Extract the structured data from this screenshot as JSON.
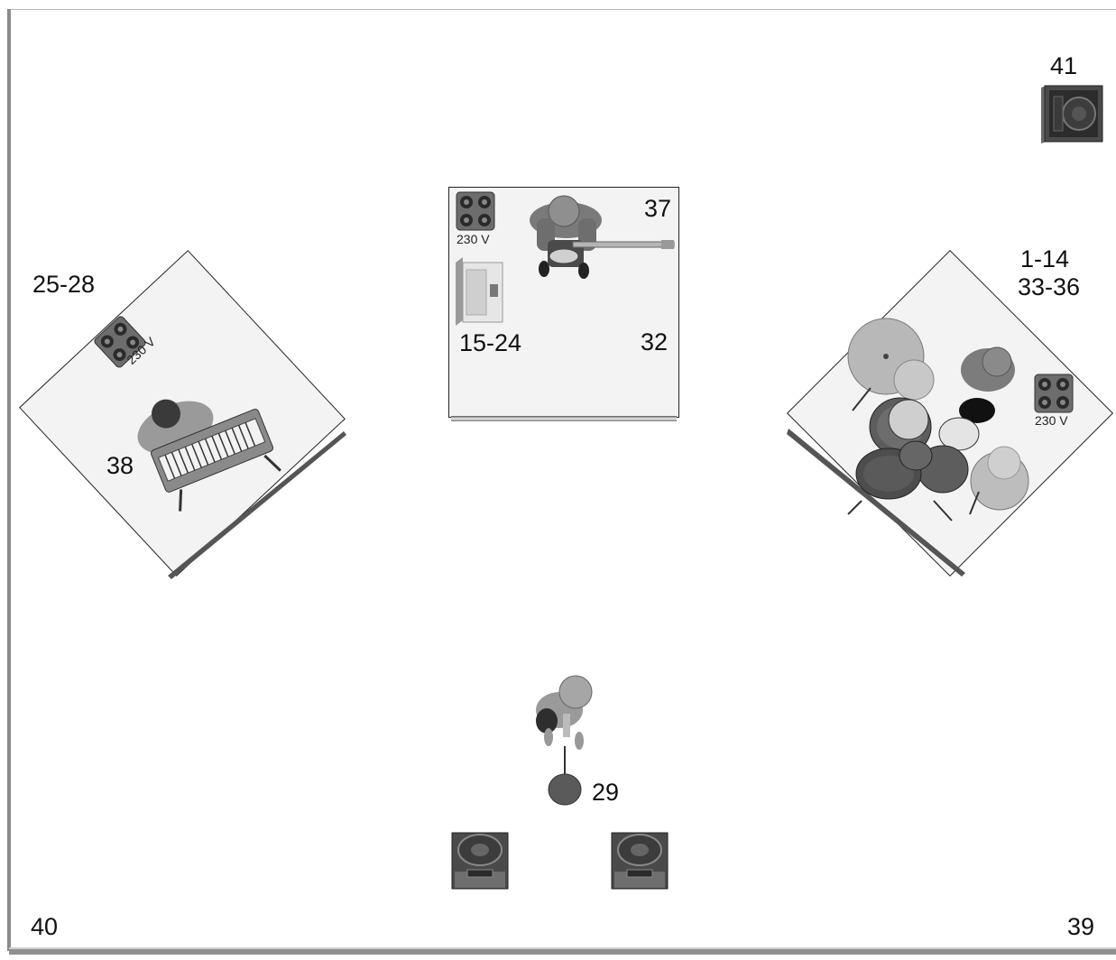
{
  "stage_plot": {
    "labels": {
      "drum_channels_a": "1-14",
      "drum_channels_b": "33-36",
      "keys_channels": "25-28",
      "keys_monitor": "38",
      "guitar_channels": "15-24",
      "guitar_monitor": "37",
      "guitar_aux": "32",
      "vocal_channel": "29",
      "sidefill_monitor": "41",
      "front_left_wedge": "40",
      "front_right_wedge": "39"
    },
    "power": {
      "keys": "230 V",
      "guitar": "230 V",
      "drums": "230 V"
    },
    "icons": [
      "power-outlet-icon",
      "guitar-player-icon",
      "keyboard-player-icon",
      "drummer-icon",
      "vocalist-icon",
      "wedge-monitor-icon",
      "sidefill-speaker-icon",
      "laptop-icon"
    ]
  }
}
